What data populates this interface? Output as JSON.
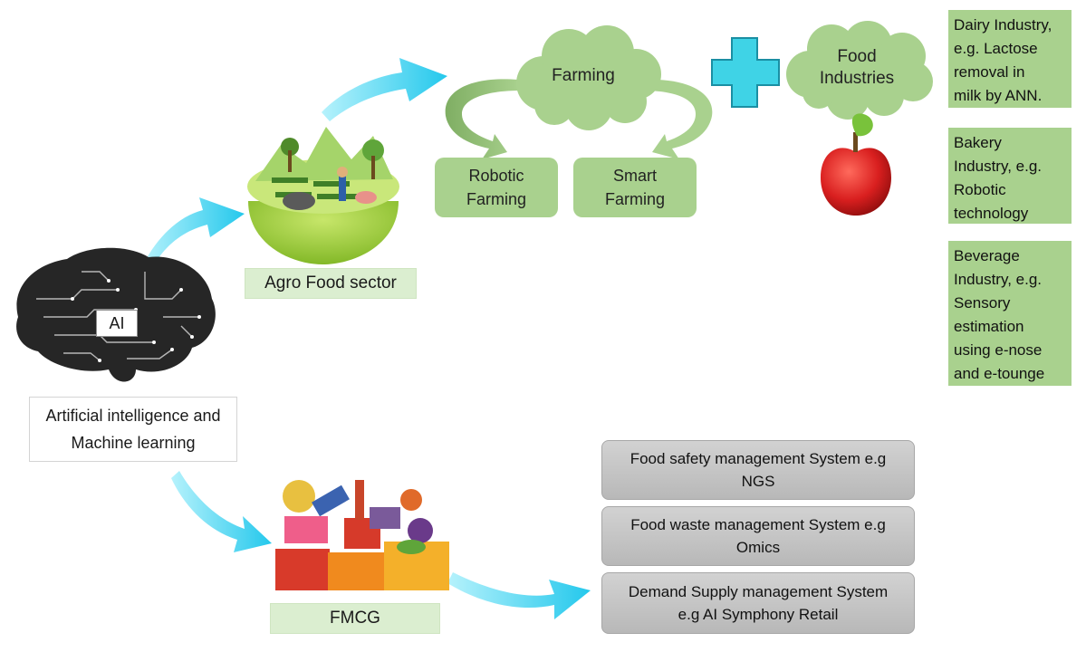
{
  "nodes": {
    "ai": "AI",
    "ai_ml_line1": "Artificial intelligence and",
    "ai_ml_line2": "Machine learning",
    "agro": "Agro Food sector",
    "farming": "Farming",
    "robotic_farming_line1": "Robotic",
    "robotic_farming_line2": "Farming",
    "smart_farming_line1": "Smart",
    "smart_farming_line2": "Farming",
    "food_industries_line1": "Food",
    "food_industries_line2": "Industries",
    "fmcg": "FMCG"
  },
  "industries": [
    {
      "lines": [
        "Dairy Industry,",
        "e.g. Lactose",
        "removal in",
        "milk by ANN."
      ]
    },
    {
      "lines": [
        "Bakery",
        "Industry, e.g.",
        "Robotic",
        "technology"
      ]
    },
    {
      "lines": [
        "Beverage",
        "Industry, e.g.",
        "Sensory",
        "estimation",
        "using e-nose",
        "and e-tounge"
      ]
    }
  ],
  "systems": [
    {
      "line1": "Food safety management System e.g",
      "line2": "NGS"
    },
    {
      "line1": "Food waste management System e.g",
      "line2": "Omics"
    },
    {
      "line1": "Demand Supply management System",
      "line2": "e.g AI Symphony  Retail"
    }
  ],
  "colors": {
    "arrow_cyan": "#3fd3f0",
    "cloud_green": "#a9d18e",
    "box_green": "#a9d18e",
    "label_green": "#dbeed0",
    "gray_box": "#c4c4c4",
    "brain_dark": "#2b2b2b",
    "apple_red": "#d91f1f"
  },
  "icons": [
    "brain-circuit-icon",
    "farm-bowl-icon",
    "apple-icon",
    "fmcg-products-icon",
    "plus-icon"
  ]
}
